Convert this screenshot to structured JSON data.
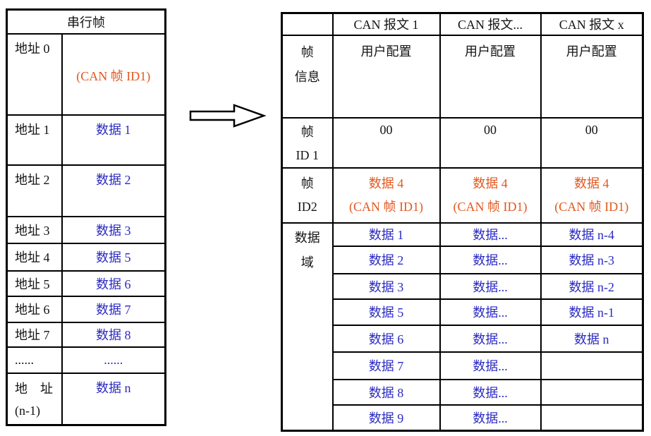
{
  "colors": {
    "orange": "#e2581f",
    "blue": "#2a2ac2",
    "border": "#000000"
  },
  "serial_table": {
    "title": "串行帧",
    "rows": [
      {
        "addr": "地址 0",
        "data": "(CAN 帧 ID1)"
      },
      {
        "addr": "地址 1",
        "data": "数据 1"
      },
      {
        "addr": "地址 2",
        "data": "数据 2"
      },
      {
        "addr": "地址 3",
        "data": "数据 3"
      },
      {
        "addr": "地址 4",
        "data": "数据 5"
      },
      {
        "addr": "地址 5",
        "data": "数据 6"
      },
      {
        "addr": "地址 6",
        "data": "数据 7"
      },
      {
        "addr": "地址 7",
        "data": "数据 8"
      },
      {
        "addr": "......",
        "data": "......"
      },
      {
        "addr_line1": "地　址",
        "addr_line2": "(n-1)",
        "data": "数据 n"
      }
    ]
  },
  "can_table": {
    "col_headers": [
      "CAN 报文 1",
      "CAN 报文...",
      "CAN 报文 x"
    ],
    "frame_info": {
      "label_line1": "帧",
      "label_line2": "信息",
      "cells": [
        "用户配置",
        "用户配置",
        "用户配置"
      ]
    },
    "frame_id1": {
      "label_line1": "帧",
      "label_line2": "ID 1",
      "cells": [
        "00",
        "00",
        "00"
      ]
    },
    "frame_id2": {
      "label_line1": "帧",
      "label_line2": "ID2",
      "cells": [
        {
          "line1": "数据 4",
          "line2": "(CAN 帧 ID1)"
        },
        {
          "line1": "数据 4",
          "line2": "(CAN 帧 ID1)"
        },
        {
          "line1": "数据 4",
          "line2": "(CAN 帧 ID1)"
        }
      ]
    },
    "data_field": {
      "label_line1": "数据",
      "label_line2": "域",
      "rows": [
        [
          "数据 1",
          "数据...",
          "数据 n-4"
        ],
        [
          "数据 2",
          "数据...",
          "数据 n-3"
        ],
        [
          "数据 3",
          "数据...",
          "数据 n-2"
        ],
        [
          "数据 5",
          "数据...",
          "数据 n-1"
        ],
        [
          "数据 6",
          "数据...",
          "数据 n"
        ],
        [
          "数据 7",
          "数据...",
          ""
        ],
        [
          "数据 8",
          "数据...",
          ""
        ],
        [
          "数据 9",
          "数据...",
          ""
        ]
      ]
    }
  }
}
